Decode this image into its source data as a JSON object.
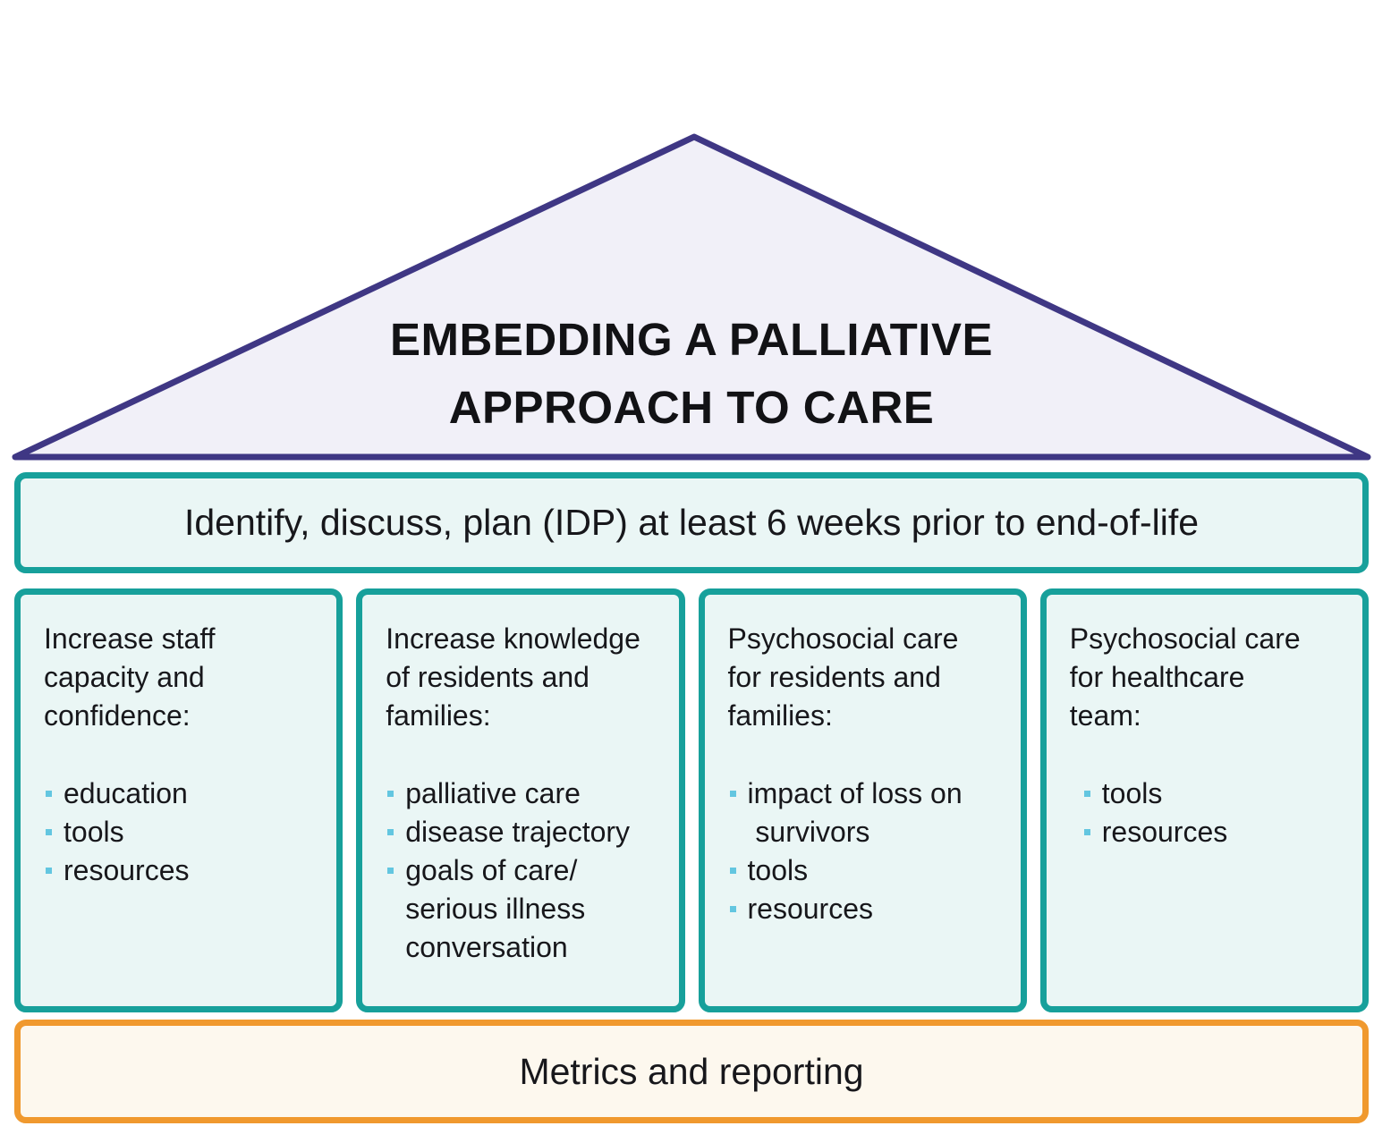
{
  "title": "EMBEDDING A PALLIATIVE\nAPPROACH TO CARE",
  "banner": {
    "text": "Identify, discuss, plan (IDP) at least 6 weeks prior to end-of-life"
  },
  "pillars": [
    {
      "heading": "Increase staff\ncapacity and\nconfidence:",
      "items": [
        "education",
        "tools",
        "resources"
      ]
    },
    {
      "heading": "Increase knowledge\nof residents and\nfamilies:",
      "items": [
        "palliative care",
        "disease trajectory",
        "goals of care/\nserious illness\nconversation"
      ]
    },
    {
      "heading": "Psychosocial care\nfor residents and\nfamilies:",
      "items": [
        "impact of loss on\n survivors",
        "tools",
        "resources"
      ]
    },
    {
      "heading": "Psychosocial care\nfor healthcare\nteam:",
      "items": [
        "tools",
        "resources"
      ]
    }
  ],
  "foundation": {
    "text": "Metrics and reporting"
  },
  "colors": {
    "roof_border": "#3f3784",
    "roof_fill": "#f1f0f8",
    "teal_border": "#17a09b",
    "teal_fill": "#eaf6f5",
    "orange_border": "#f0992e",
    "foundation_fill": "#fdf8ee",
    "bullet": "#63c6e0",
    "text": "#17171b"
  }
}
